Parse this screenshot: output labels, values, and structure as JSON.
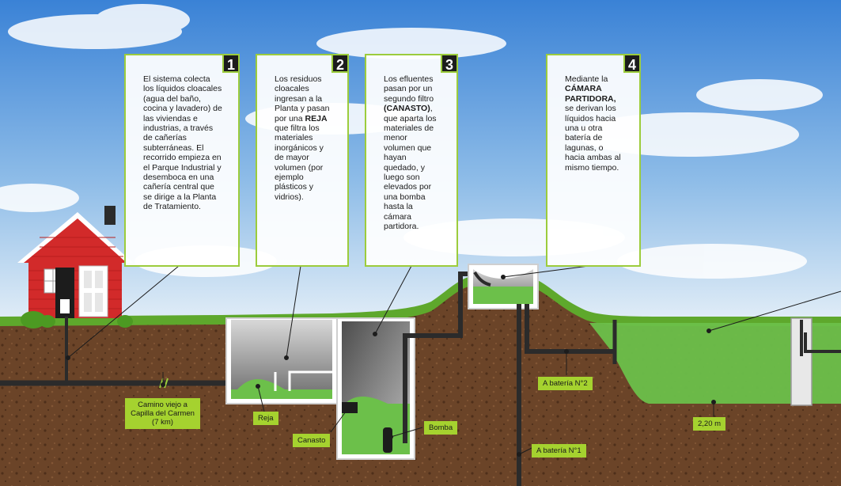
{
  "steps": [
    {
      "number": "1",
      "parts": [
        {
          "t": "El sistema colecta los líquidos cloacales (agua del baño, cocina y lavadero) de las viviendas e industrias, a través de cañerías subterráneas. El recorrido empieza en el Parque Industrial y desemboca en una cañería central que se dirige a la Planta de Tratamiento.",
          "b": false
        }
      ]
    },
    {
      "number": "2",
      "parts": [
        {
          "t": "Los residuos cloacales ingresan a la Planta y pasan por una ",
          "b": false
        },
        {
          "t": "REJA",
          "b": true
        },
        {
          "t": " que filtra los materiales inorgánicos y de mayor volumen (por ejemplo plásticos y vidrios).",
          "b": false
        }
      ]
    },
    {
      "number": "3",
      "parts": [
        {
          "t": "Los efluentes pasan por un segundo filtro ",
          "b": false
        },
        {
          "t": "(CANASTO)",
          "b": true
        },
        {
          "t": ", que aparta los materiales de menor volumen que hayan quedado, y luego son elevados por una bomba hasta la cámara partidora.",
          "b": false
        }
      ]
    },
    {
      "number": "4",
      "parts": [
        {
          "t": "Mediante la ",
          "b": false
        },
        {
          "t": "CÁMARA PARTIDORA,",
          "b": true
        },
        {
          "t": " se derivan los líquidos hacia una u otra batería de lagunas, o hacia ambas al mismo tiempo.",
          "b": false
        }
      ]
    }
  ],
  "labels": {
    "camino": "Camino viejo a Capilla del Carmen (7 km)",
    "reja": "Reja",
    "canasto": "Canasto",
    "bomba": "Bomba",
    "bateria2": "A batería N°2",
    "bateria1": "A batería N°1",
    "depth": "2,20 m"
  },
  "colors": {
    "sky_top": "#3f87d8",
    "sky_bottom": "#dceaf6",
    "soil": "#6b4226",
    "grass": "#5ea82c",
    "liquid": "#6cc04a",
    "accent": "#a5d22f",
    "pipe": "#2b2b2b",
    "house": "#d22a2a"
  }
}
